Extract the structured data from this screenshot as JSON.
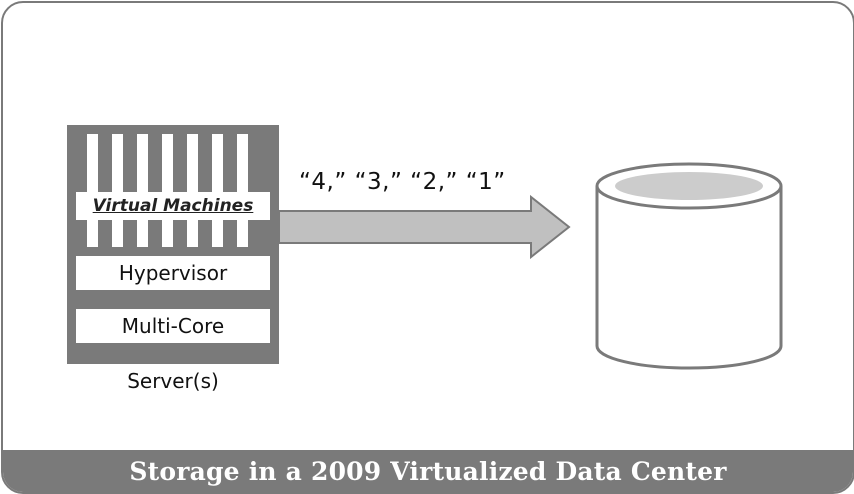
{
  "diagram": {
    "caption": "Storage in a 2009 Virtualized Data Center",
    "server": {
      "vm_label": "Virtual Machines",
      "hypervisor_label": "Hypervisor",
      "multicore_label": "Multi-Core",
      "caption": "Server(s)"
    },
    "io_sequence": "“4,” “3,” “2,” “1”"
  },
  "colors": {
    "frame_gray": "#7a7a7a",
    "arrow_fill": "#c0c0c0",
    "disk_top": "#cccccc"
  }
}
